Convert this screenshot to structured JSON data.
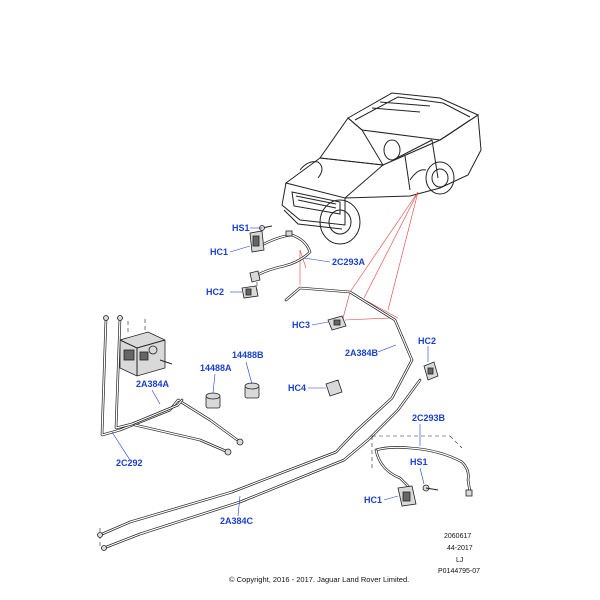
{
  "callouts": {
    "hs1_top": "HS1",
    "hc1_top": "HC1",
    "c2c293a": "2C293A",
    "hc2_top": "HC2",
    "hc3": "HC3",
    "a2a384b": "2A384B",
    "hc2_right": "HC2",
    "hc4": "HC4",
    "p14488b": "14488B",
    "p14488a": "14488A",
    "a2a384a": "2A384A",
    "c2c292": "2C292",
    "c2c293b": "2C293B",
    "hs1_bottom": "HS1",
    "hc1_bottom": "HC1",
    "a2a384c": "2A384C"
  },
  "reference": {
    "line1": "2060617",
    "line2": "44-2017",
    "line3": "LJ",
    "line4": "P0144795-07"
  },
  "copyright": "© Copyright, 2016 - 2017. Jaguar Land Rover Limited.",
  "colors": {
    "callout": "#1a3fd0",
    "leader_red": "#e04040",
    "line": "#222222"
  }
}
